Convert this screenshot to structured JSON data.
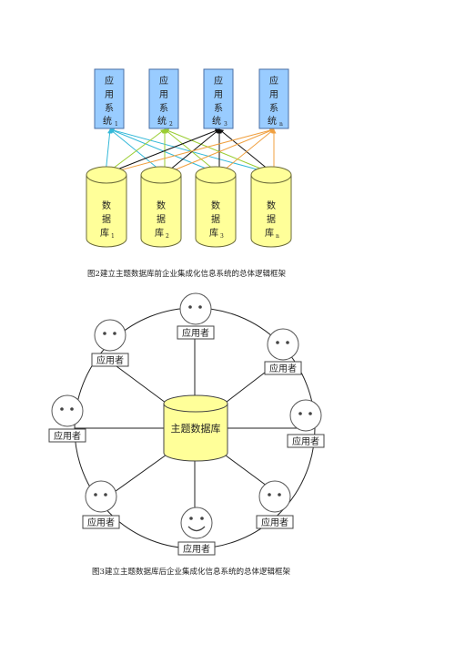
{
  "figure2": {
    "apps": [
      {
        "chars": [
          "应",
          "用",
          "系",
          "统"
        ],
        "sub": "1"
      },
      {
        "chars": [
          "应",
          "用",
          "系",
          "统"
        ],
        "sub": "2"
      },
      {
        "chars": [
          "应",
          "用",
          "系",
          "统"
        ],
        "sub": "3"
      },
      {
        "chars": [
          "应",
          "用",
          "系",
          "统"
        ],
        "sub": "n"
      }
    ],
    "dbs": [
      {
        "chars": [
          "数",
          "据",
          "库"
        ],
        "sub": "1"
      },
      {
        "chars": [
          "数",
          "据",
          "库"
        ],
        "sub": "2"
      },
      {
        "chars": [
          "数",
          "据",
          "库"
        ],
        "sub": "3"
      },
      {
        "chars": [
          "数",
          "据",
          "库"
        ],
        "sub": "n"
      }
    ],
    "caption": "图2建立主题数据库前企业集成化信息系统的总体逻辑框架",
    "colors": {
      "app_fill": "#99ccff",
      "app_stroke": "#4a6fa5",
      "db_fill": "#ffff99",
      "db_stroke": "#6b6b3a",
      "arrow_1": "#33b8d8",
      "arrow_2": "#9acd32",
      "arrow_3": "#111111",
      "arrow_n": "#f0a040"
    }
  },
  "figure3": {
    "center_label": "主题数据库",
    "user_label": "应用者",
    "caption": "图3建立主题数据库后企业集成化信息系统的总体逻辑框架",
    "colors": {
      "center_fill": "#ffff99",
      "circle_stroke": "#222222"
    }
  }
}
